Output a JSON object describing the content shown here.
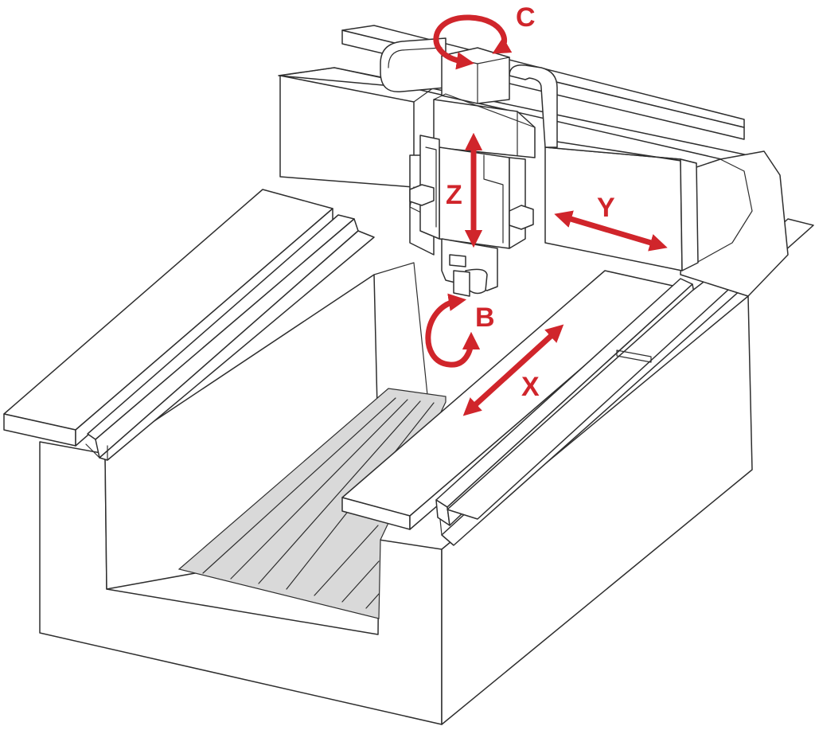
{
  "accent_color": "#d0252b",
  "line_color": "#2e2e2e",
  "floor_color": "#d9d9d9",
  "axes": {
    "x": "X",
    "y": "Y",
    "z": "Z",
    "b": "B",
    "c": "C"
  }
}
